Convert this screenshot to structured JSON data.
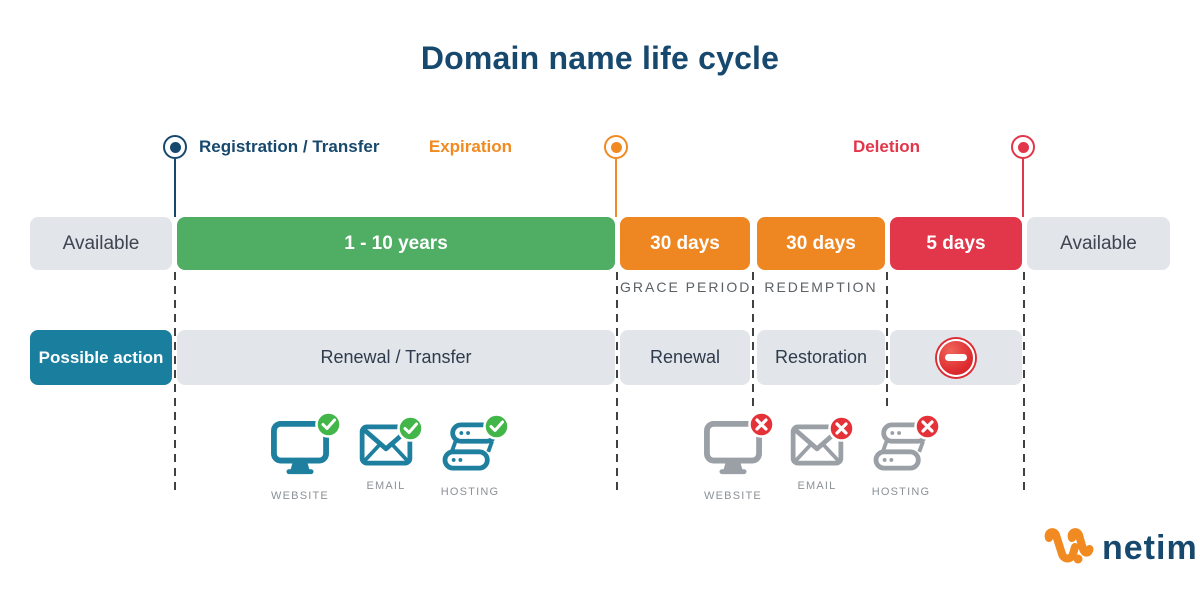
{
  "title": "Domain name life cycle",
  "milestones": {
    "registration": {
      "label": "Registration / Transfer",
      "color": "#17496E"
    },
    "expiration": {
      "label": "Expiration",
      "color": "#F08A21"
    },
    "deletion": {
      "label": "Deletion",
      "color": "#E2374B"
    }
  },
  "timeline": {
    "segments": [
      {
        "label": "Available",
        "status": "available"
      },
      {
        "label": "1 - 10 years",
        "status": "registered"
      },
      {
        "label": "30 days",
        "status": "expired",
        "sublabel": "GRACE PERIOD"
      },
      {
        "label": "30 days",
        "status": "expired",
        "sublabel": "REDEMPTION"
      },
      {
        "label": "5 days",
        "status": "pending-delete"
      },
      {
        "label": "Available",
        "status": "available"
      }
    ]
  },
  "actions": {
    "header": "Possible action",
    "renewal_transfer": "Renewal / Transfer",
    "renewal": "Renewal",
    "restoration": "Restoration",
    "blocked": "no-action-possible"
  },
  "services": {
    "active": {
      "website": "WEBSITE",
      "email": "EMAIL",
      "hosting": "HOSTING",
      "status": "check"
    },
    "inactive": {
      "website": "WEBSITE",
      "email": "EMAIL",
      "hosting": "HOSTING",
      "status": "cross"
    }
  },
  "brand": {
    "name": "netim"
  },
  "colors": {
    "navy": "#17496E",
    "teal": "#1A7E9E",
    "green": "#4FAD64",
    "orange": "#EE8722",
    "red": "#E2374B",
    "segment_gray": "#E2E5E9",
    "badge_green": "#43B649",
    "badge_red": "#E53238",
    "icon_teal": "#1E7F9F",
    "icon_gray": "#9AA0A6"
  }
}
